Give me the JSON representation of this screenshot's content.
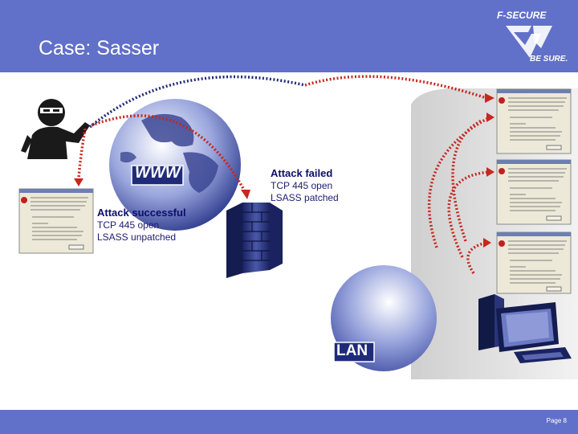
{
  "header": {
    "title": "Case: Sasser",
    "bg_color": "#6170c8"
  },
  "logo": {
    "top_text": "F-SECURE",
    "bottom_text": "BE SURE."
  },
  "diagram": {
    "www_label": "WWW",
    "lan_label": "LAN",
    "attack_failed": {
      "title": "Attack failed",
      "line1": "TCP 445 open",
      "line2": "LSASS patched"
    },
    "attack_successful": {
      "title": "Attack successful",
      "line1": "TCP 445 open",
      "line2": "LSASS unpatched"
    }
  },
  "footer": {
    "page_label": "Page 8"
  },
  "colors": {
    "arrow": "#c8261e",
    "accent": "#1f2b7a",
    "globe": "#5a6ab8"
  }
}
